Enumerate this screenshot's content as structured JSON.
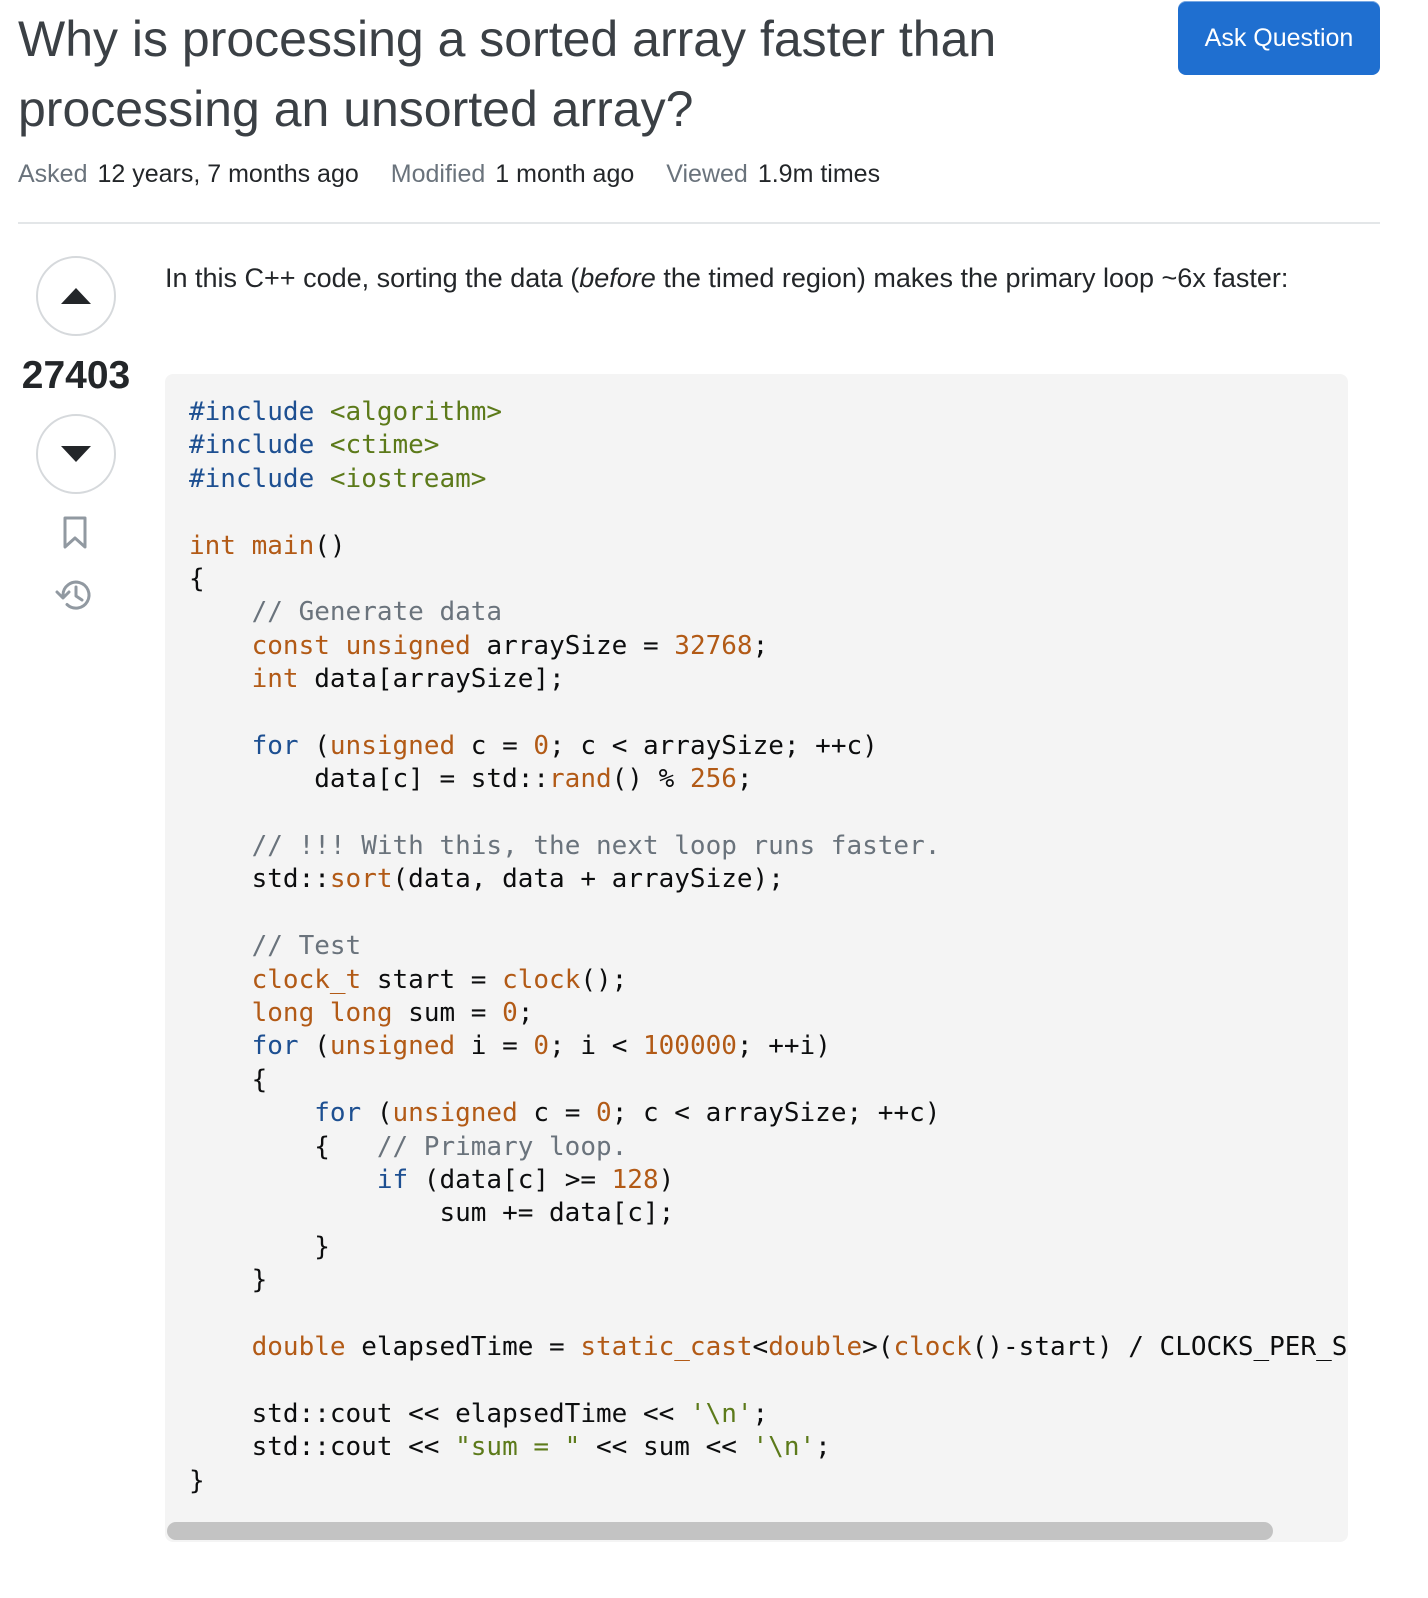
{
  "question": {
    "title": "Why is processing a sorted array faster than processing an unsorted array?",
    "ask_button": "Ask Question",
    "meta": [
      {
        "label": "Asked",
        "value": "12 years, 7 months ago"
      },
      {
        "label": "Modified",
        "value": "1 month ago"
      },
      {
        "label": "Viewed",
        "value": "1.9m times"
      }
    ],
    "votes": "27403",
    "body": {
      "part1": "In this C++ code, sorting the data (",
      "emphasis": "before",
      "part2": " the timed region) makes the primary loop ~6x faster:"
    }
  },
  "code_lines": [
    [
      {
        "t": "#include",
        "c": "preproc"
      },
      {
        "t": " ",
        "c": "plain"
      },
      {
        "t": "<algorithm>",
        "c": "string"
      }
    ],
    [
      {
        "t": "#include",
        "c": "preproc"
      },
      {
        "t": " ",
        "c": "plain"
      },
      {
        "t": "<ctime>",
        "c": "string"
      }
    ],
    [
      {
        "t": "#include",
        "c": "preproc"
      },
      {
        "t": " ",
        "c": "plain"
      },
      {
        "t": "<iostream>",
        "c": "string"
      }
    ],
    [],
    [
      {
        "t": "int",
        "c": "keyword"
      },
      {
        "t": " ",
        "c": "plain"
      },
      {
        "t": "main",
        "c": "func"
      },
      {
        "t": "()",
        "c": "plain"
      }
    ],
    [
      {
        "t": "{",
        "c": "plain"
      }
    ],
    [
      {
        "t": "    ",
        "c": "plain"
      },
      {
        "t": "// Generate data",
        "c": "comment"
      }
    ],
    [
      {
        "t": "    ",
        "c": "plain"
      },
      {
        "t": "const",
        "c": "keyword"
      },
      {
        "t": " ",
        "c": "plain"
      },
      {
        "t": "unsigned",
        "c": "keyword"
      },
      {
        "t": " arraySize = ",
        "c": "plain"
      },
      {
        "t": "32768",
        "c": "number"
      },
      {
        "t": ";",
        "c": "plain"
      }
    ],
    [
      {
        "t": "    ",
        "c": "plain"
      },
      {
        "t": "int",
        "c": "keyword"
      },
      {
        "t": " data[arraySize];",
        "c": "plain"
      }
    ],
    [],
    [
      {
        "t": "    ",
        "c": "plain"
      },
      {
        "t": "for",
        "c": "flow"
      },
      {
        "t": " (",
        "c": "plain"
      },
      {
        "t": "unsigned",
        "c": "keyword"
      },
      {
        "t": " c = ",
        "c": "plain"
      },
      {
        "t": "0",
        "c": "number"
      },
      {
        "t": "; c < arraySize; ++c)",
        "c": "plain"
      }
    ],
    [
      {
        "t": "        data[c] = std::",
        "c": "plain"
      },
      {
        "t": "rand",
        "c": "func"
      },
      {
        "t": "() % ",
        "c": "plain"
      },
      {
        "t": "256",
        "c": "number"
      },
      {
        "t": ";",
        "c": "plain"
      }
    ],
    [],
    [
      {
        "t": "    ",
        "c": "plain"
      },
      {
        "t": "// !!! With this, the next loop runs faster.",
        "c": "comment"
      }
    ],
    [
      {
        "t": "    std::",
        "c": "plain"
      },
      {
        "t": "sort",
        "c": "func"
      },
      {
        "t": "(data, data + arraySize);",
        "c": "plain"
      }
    ],
    [],
    [
      {
        "t": "    ",
        "c": "plain"
      },
      {
        "t": "// Test",
        "c": "comment"
      }
    ],
    [
      {
        "t": "    ",
        "c": "plain"
      },
      {
        "t": "clock_t",
        "c": "keyword"
      },
      {
        "t": " start = ",
        "c": "plain"
      },
      {
        "t": "clock",
        "c": "func"
      },
      {
        "t": "();",
        "c": "plain"
      }
    ],
    [
      {
        "t": "    ",
        "c": "plain"
      },
      {
        "t": "long",
        "c": "keyword"
      },
      {
        "t": " ",
        "c": "plain"
      },
      {
        "t": "long",
        "c": "keyword"
      },
      {
        "t": " sum = ",
        "c": "plain"
      },
      {
        "t": "0",
        "c": "number"
      },
      {
        "t": ";",
        "c": "plain"
      }
    ],
    [
      {
        "t": "    ",
        "c": "plain"
      },
      {
        "t": "for",
        "c": "flow"
      },
      {
        "t": " (",
        "c": "plain"
      },
      {
        "t": "unsigned",
        "c": "keyword"
      },
      {
        "t": " i = ",
        "c": "plain"
      },
      {
        "t": "0",
        "c": "number"
      },
      {
        "t": "; i < ",
        "c": "plain"
      },
      {
        "t": "100000",
        "c": "number"
      },
      {
        "t": "; ++i)",
        "c": "plain"
      }
    ],
    [
      {
        "t": "    {",
        "c": "plain"
      }
    ],
    [
      {
        "t": "        ",
        "c": "plain"
      },
      {
        "t": "for",
        "c": "flow"
      },
      {
        "t": " (",
        "c": "plain"
      },
      {
        "t": "unsigned",
        "c": "keyword"
      },
      {
        "t": " c = ",
        "c": "plain"
      },
      {
        "t": "0",
        "c": "number"
      },
      {
        "t": "; c < arraySize; ++c)",
        "c": "plain"
      }
    ],
    [
      {
        "t": "        {   ",
        "c": "plain"
      },
      {
        "t": "// Primary loop.",
        "c": "comment"
      }
    ],
    [
      {
        "t": "            ",
        "c": "plain"
      },
      {
        "t": "if",
        "c": "flow"
      },
      {
        "t": " (data[c] >= ",
        "c": "plain"
      },
      {
        "t": "128",
        "c": "number"
      },
      {
        "t": ")",
        "c": "plain"
      }
    ],
    [
      {
        "t": "                sum += data[c];",
        "c": "plain"
      }
    ],
    [
      {
        "t": "        }",
        "c": "plain"
      }
    ],
    [
      {
        "t": "    }",
        "c": "plain"
      }
    ],
    [],
    [
      {
        "t": "    ",
        "c": "plain"
      },
      {
        "t": "double",
        "c": "keyword"
      },
      {
        "t": " elapsedTime = ",
        "c": "plain"
      },
      {
        "t": "static_cast",
        "c": "func"
      },
      {
        "t": "<",
        "c": "plain"
      },
      {
        "t": "double",
        "c": "keyword"
      },
      {
        "t": ">(",
        "c": "plain"
      },
      {
        "t": "clock",
        "c": "func"
      },
      {
        "t": "()-start) / CLOCKS_PER_SEC;",
        "c": "plain"
      }
    ],
    [],
    [
      {
        "t": "    std::cout << elapsedTime << ",
        "c": "plain"
      },
      {
        "t": "'\\n'",
        "c": "string"
      },
      {
        "t": ";",
        "c": "plain"
      }
    ],
    [
      {
        "t": "    std::cout << ",
        "c": "plain"
      },
      {
        "t": "\"sum = \"",
        "c": "string"
      },
      {
        "t": " << sum << ",
        "c": "plain"
      },
      {
        "t": "'\\n'",
        "c": "string"
      },
      {
        "t": ";",
        "c": "plain"
      }
    ],
    [
      {
        "t": "}",
        "c": "plain"
      }
    ]
  ],
  "colors": {
    "ask_button": "#1f6fd0",
    "keyword": "#b25a16",
    "flow": "#1d4f91",
    "string": "#5c7a1a",
    "comment": "#6a737c",
    "code_background": "#f4f4f4"
  },
  "icons": {
    "vote_up": "triangle-up-icon",
    "vote_down": "triangle-down-icon",
    "bookmark": "bookmark-icon",
    "history": "history-icon"
  }
}
